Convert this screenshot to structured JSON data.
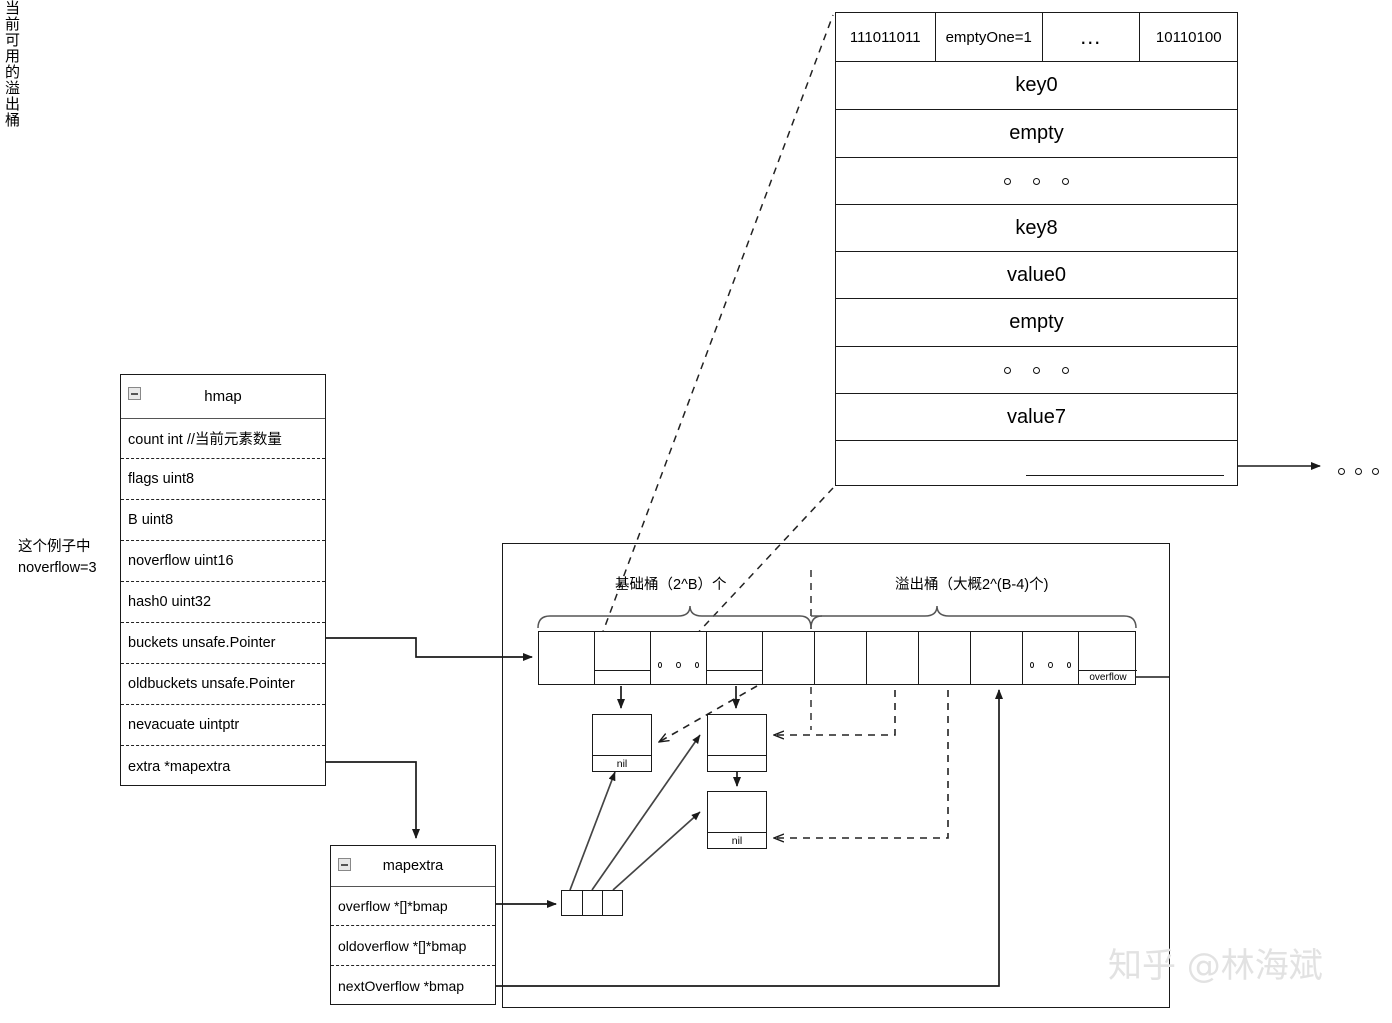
{
  "diagram": {
    "title": "Go map hmap / bmap structure diagram",
    "watermark": "知乎 @林海斌"
  },
  "bmap_detail": {
    "tophash": [
      "111011011",
      "emptyOne=1",
      "…",
      "10110100"
    ],
    "rows": [
      {
        "label": "key0",
        "kind": "text"
      },
      {
        "label": "empty",
        "kind": "text"
      },
      {
        "label": "",
        "kind": "dots"
      },
      {
        "label": "key8",
        "kind": "text"
      },
      {
        "label": "value0",
        "kind": "text"
      },
      {
        "label": "empty",
        "kind": "text"
      },
      {
        "label": "",
        "kind": "dots"
      },
      {
        "label": "value7",
        "kind": "text"
      },
      {
        "label": "",
        "kind": "overflow-ptr"
      }
    ]
  },
  "hmap": {
    "name": "hmap",
    "fields": [
      "count int //当前元素数量",
      "flags uint8",
      "B uint8",
      "noverflow uint16",
      "hash0 uint32",
      "buckets unsafe.Pointer",
      "oldbuckets unsafe.Pointer",
      "nevacuate uintptr",
      "extra *mapextra"
    ]
  },
  "mapextra": {
    "name": "mapextra",
    "fields": [
      "overflow    *[]*bmap",
      "oldoverflow *[]*bmap",
      "nextOverflow *bmap"
    ]
  },
  "bucket_array": {
    "base_label": "基础桶（2^B）个",
    "overflow_label": "溢出桶（大概2^(B-4)个)",
    "cells": [
      {
        "id": 0,
        "type": "plain"
      },
      {
        "id": 1,
        "type": "with-overflow-slot"
      },
      {
        "id": 2,
        "type": "dots"
      },
      {
        "id": 3,
        "type": "with-overflow-slot"
      },
      {
        "id": 4,
        "type": "plain"
      },
      {
        "id": 5,
        "type": "plain"
      },
      {
        "id": 6,
        "type": "plain"
      },
      {
        "id": 7,
        "type": "plain"
      },
      {
        "id": 8,
        "type": "plain"
      },
      {
        "id": 9,
        "type": "dots"
      },
      {
        "id": 10,
        "type": "overflow-labeled",
        "slot_label": "overflow"
      }
    ]
  },
  "overflow_buckets": [
    {
      "id": "ov1",
      "slot_label": "nil"
    },
    {
      "id": "ov2",
      "slot_label": ""
    },
    {
      "id": "ov3",
      "slot_label": "nil"
    }
  ],
  "annotations": {
    "noverflow_note_line1": "这个例子中",
    "noverflow_note_line2": "noverflow=3",
    "vertical_note": "当前可用的溢出桶"
  },
  "colors": {
    "stroke": "#1a1a1a",
    "dashed": "#222222",
    "watermark": "#e2e2e2",
    "background": "#ffffff"
  }
}
